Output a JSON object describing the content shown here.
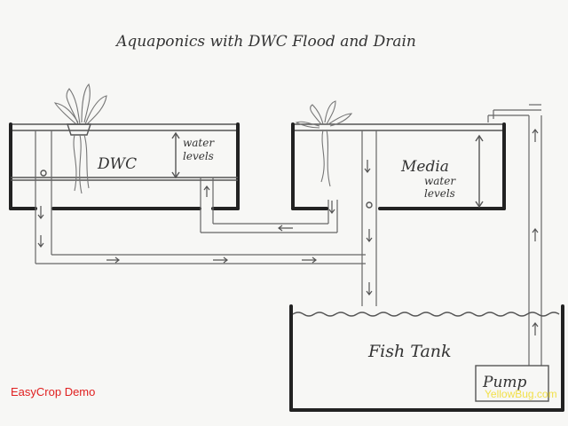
{
  "title": "Aquaponics with DWC Flood and Drain",
  "labels": {
    "dwc": "DWC",
    "water_levels_dwc_1": "water",
    "water_levels_dwc_2": "levels",
    "media": "Media",
    "water_levels_media_1": "water",
    "water_levels_media_2": "levels",
    "fish_tank": "Fish Tank",
    "pump": "Pump"
  },
  "watermarks": {
    "left": "EasyCrop Demo",
    "right": "YellowBug.com"
  },
  "colors": {
    "watermark_left": "#e02020",
    "watermark_right": "#f2e04a"
  }
}
